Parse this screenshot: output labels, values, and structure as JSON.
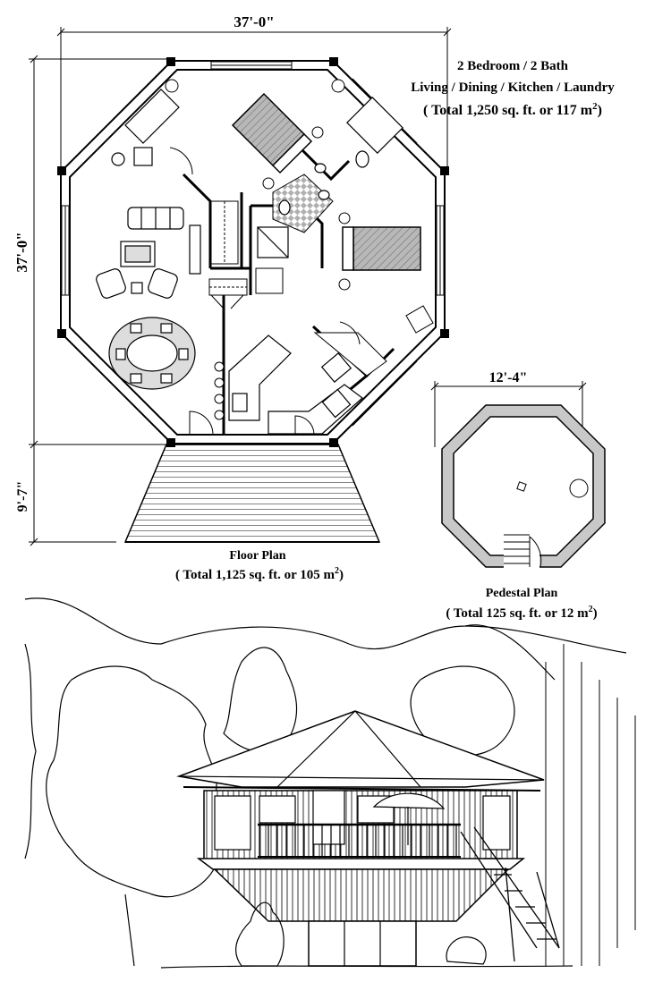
{
  "floor_plan": {
    "width_dimension": "37'-0\"",
    "depth_dimension": "37'-0\"",
    "deck_dimension": "9'-7\"",
    "title": "Floor Plan",
    "total_area": "( Total 1,125 sq. ft. or 105 m",
    "total_area_exp": "2",
    "total_area_close": ")"
  },
  "summary": {
    "rooms_line1": "2 Bedroom / 2 Bath",
    "rooms_line2": "Living / Dining / Kitchen / Laundry",
    "total_area": "( Total 1,250 sq. ft. or 117 m",
    "total_area_exp": "2",
    "total_area_close": ")"
  },
  "pedestal_plan": {
    "width_dimension": "12'-4\"",
    "title": "Pedestal Plan",
    "total_area": "( Total 125 sq. ft. or 12 m",
    "total_area_exp": "2",
    "total_area_close": ")"
  },
  "colors": {
    "ink": "#000000",
    "wall_fill": "#bdbdbd",
    "floor_tile": "#9e9e9e",
    "bed_fill": "#a8a8a8",
    "paper": "#ffffff"
  }
}
